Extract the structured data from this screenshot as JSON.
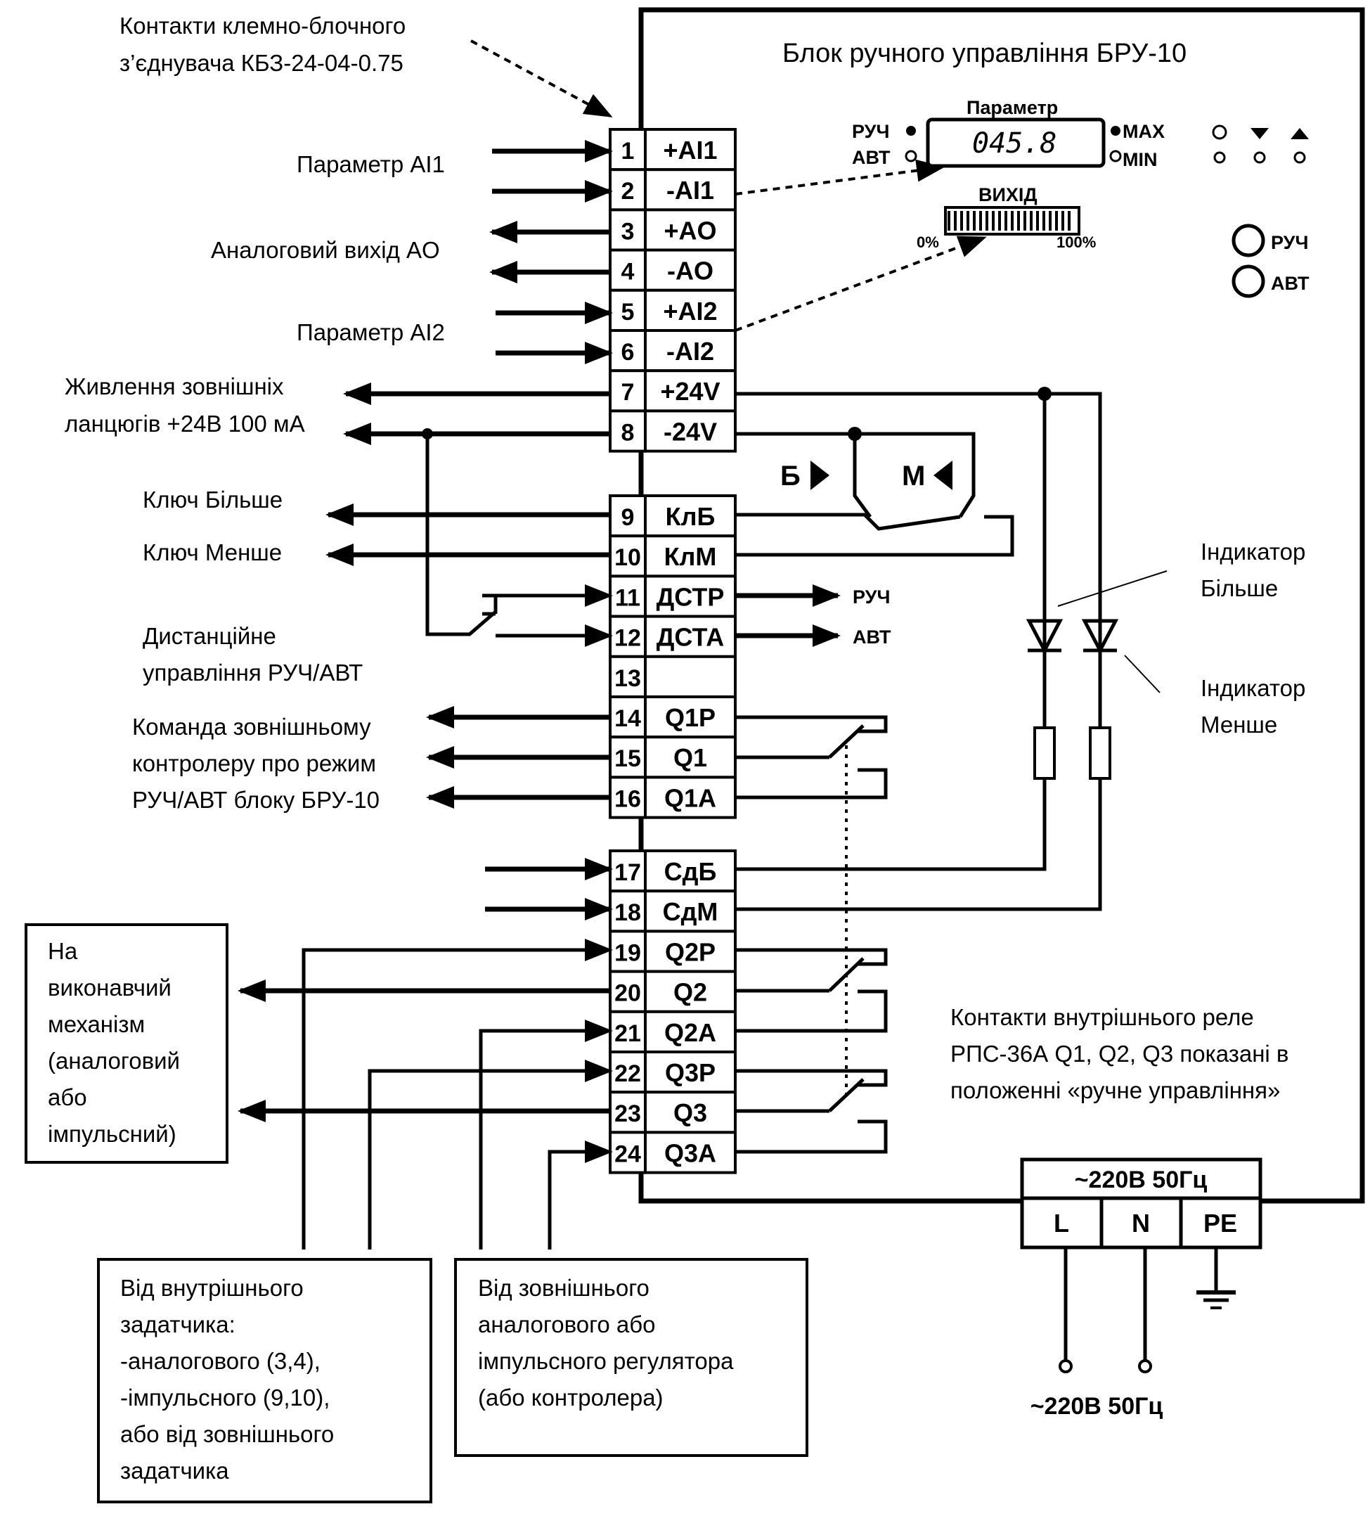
{
  "title": "Блок ручного управління БРУ-10",
  "connector_note": [
    "Контакти клемно-блочного",
    "з’єднувача КБЗ-24-04-0.75"
  ],
  "terminals": [
    {
      "n": "1",
      "name": "+AI1"
    },
    {
      "n": "2",
      "name": "-AI1"
    },
    {
      "n": "3",
      "name": "+AO"
    },
    {
      "n": "4",
      "name": "-AO"
    },
    {
      "n": "5",
      "name": "+AI2"
    },
    {
      "n": "6",
      "name": "-AI2"
    },
    {
      "n": "7",
      "name": "+24V"
    },
    {
      "n": "8",
      "name": "-24V"
    },
    {
      "n": "9",
      "name": "КлБ"
    },
    {
      "n": "10",
      "name": "КлМ"
    },
    {
      "n": "11",
      "name": "ДСТР"
    },
    {
      "n": "12",
      "name": "ДСТА"
    },
    {
      "n": "13",
      "name": ""
    },
    {
      "n": "14",
      "name": "Q1P"
    },
    {
      "n": "15",
      "name": "Q1"
    },
    {
      "n": "16",
      "name": "Q1A"
    },
    {
      "n": "17",
      "name": "СдБ"
    },
    {
      "n": "18",
      "name": "СдМ"
    },
    {
      "n": "19",
      "name": "Q2P"
    },
    {
      "n": "20",
      "name": "Q2"
    },
    {
      "n": "21",
      "name": "Q2A"
    },
    {
      "n": "22",
      "name": "Q3P"
    },
    {
      "n": "23",
      "name": "Q3"
    },
    {
      "n": "24",
      "name": "Q3A"
    }
  ],
  "labels": {
    "param_ai1": "Параметр AI1",
    "analog_out": "Аналоговий вихід AO",
    "param_ai2": "Параметр AI2",
    "power": [
      "Живлення зовнішніх",
      "ланцюгів +24В 100 мА"
    ],
    "key_more": "Ключ Більше",
    "key_less": "Ключ Менше",
    "remote": [
      "Дистанційне",
      "управління РУЧ/АВТ"
    ],
    "command": [
      "Команда зовнішньому",
      "контролеру про режим",
      "РУЧ/АВТ блоку БРУ-10"
    ],
    "indicator_more": [
      "Індикатор",
      "Більше"
    ],
    "indicator_less": [
      "Індикатор",
      "Менше"
    ],
    "relay_note": [
      "Контакти внутрішнього реле",
      "РПС-36А Q1, Q2, Q3 показані в",
      "положенні «ручне управління»"
    ],
    "out_ruch": "РУЧ",
    "out_avt": "АВТ",
    "key_b": "Б",
    "key_m": "М"
  },
  "panel": {
    "param_title": "Параметр",
    "display_value": "045.8",
    "ruch": "РУЧ",
    "avt": "АВТ",
    "max": "MAX",
    "min": "MIN",
    "output_title": "ВИХІД",
    "pct_0": "0%",
    "pct_100": "100%",
    "btn_ruch": "РУЧ",
    "btn_avt": "АВТ"
  },
  "boxes": {
    "actuator": [
      "На",
      "виконавчий",
      "механізм",
      "(аналоговий",
      "або",
      "імпульсний)"
    ],
    "internal": [
      "Від внутрішнього",
      "задатчика:",
      "-аналогового (3,4),",
      "-імпульсного (9,10),",
      "або від зовнішнього",
      "задатчика"
    ],
    "external": [
      "Від зовнішнього",
      "аналогового або",
      "імпульсного регулятора",
      "(або контролера)"
    ]
  },
  "power_block": {
    "title": "~220В 50Гц",
    "L": "L",
    "N": "N",
    "PE": "PE",
    "bottom": "~220В 50Гц"
  }
}
